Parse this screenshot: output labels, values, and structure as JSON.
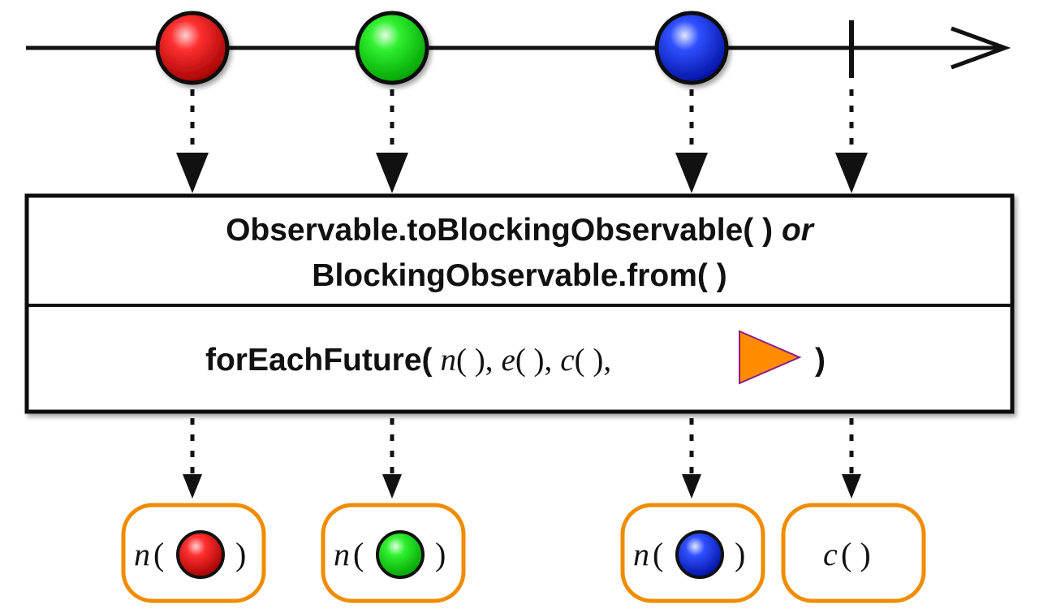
{
  "operator": {
    "line1_main": "Observable.toBlockingObservable( )",
    "line1_or": "or",
    "line2": "BlockingObservable.from( )",
    "method_name": "forEachFuture(",
    "arg_n": "n",
    "arg_n_paren": "( ),",
    "arg_e": "e",
    "arg_e_paren": "( ),",
    "arg_c": "c",
    "arg_c_paren": "( ),",
    "close_paren": ")"
  },
  "timeline": {
    "marbles": [
      {
        "color": "red",
        "hex": "#e01010"
      },
      {
        "color": "green",
        "hex": "#10d010"
      },
      {
        "color": "blue",
        "hex": "#1030e0"
      }
    ],
    "has_completion_marker": true
  },
  "outputs": [
    {
      "fn": "n",
      "open": "(",
      "close": ")",
      "marble": "red"
    },
    {
      "fn": "n",
      "open": "(",
      "close": ")",
      "marble": "green"
    },
    {
      "fn": "n",
      "open": "(",
      "close": ")",
      "marble": "blue"
    },
    {
      "fn": "c",
      "args": "( )"
    }
  ],
  "colors": {
    "output_border": "#f08c00",
    "future_triangle": "#ff8c00",
    "future_triangle_stroke": "#8b1a8b",
    "line": "#111111"
  }
}
